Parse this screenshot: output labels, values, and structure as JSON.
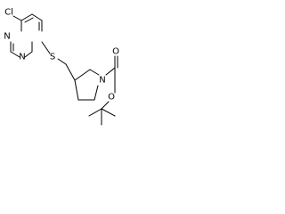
{
  "molecule": {
    "atoms": {
      "chlorine": "Cl",
      "ring_nitrogen_top": "N",
      "ring_nitrogen_bottom": "N",
      "sulfur": "S",
      "pyrrolidine_nitrogen": "N",
      "ester_oxygen": "O",
      "carbonyl_oxygen": "O"
    }
  }
}
